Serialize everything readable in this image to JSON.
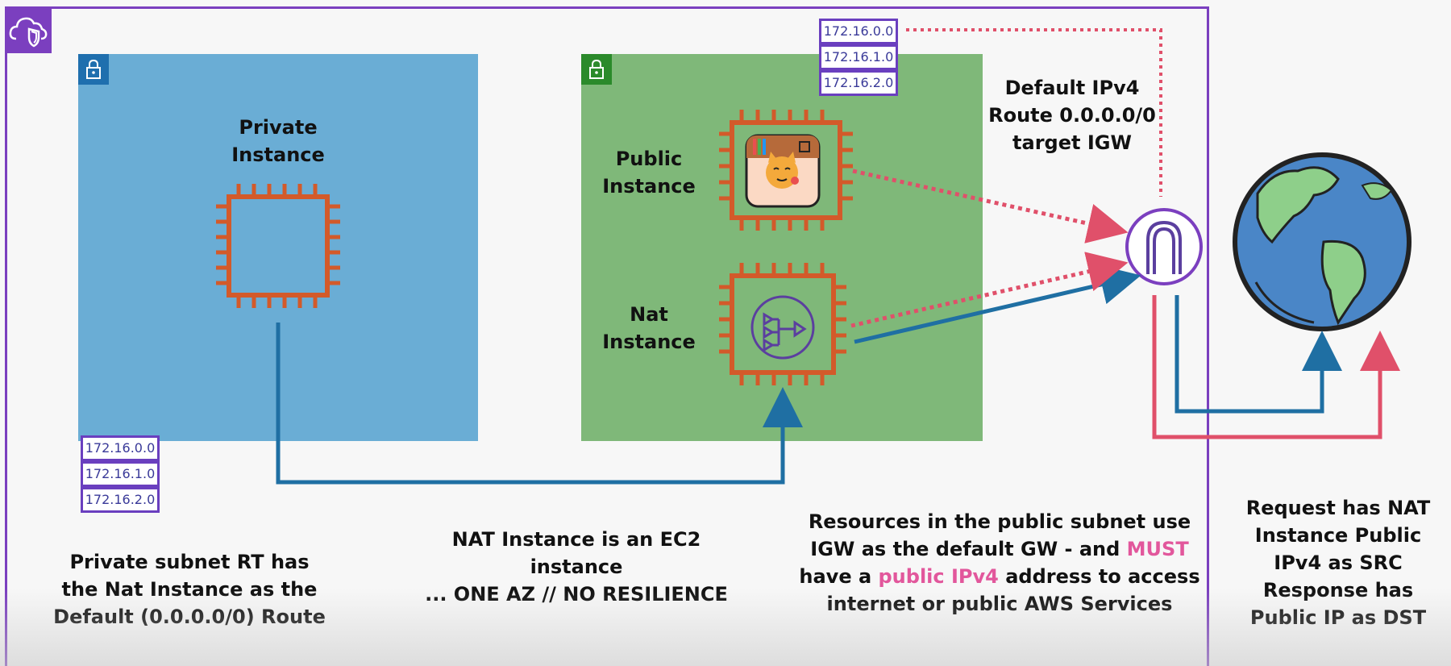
{
  "private_subnet": {
    "instance_label_line1": "Private",
    "instance_label_line2": "Instance",
    "route_table": [
      "172.16.0.0",
      "172.16.1.0",
      "172.16.2.0"
    ]
  },
  "public_subnet": {
    "public_instance_line1": "Public",
    "public_instance_line2": "Instance",
    "nat_instance_line1": "Nat",
    "nat_instance_line2": "Instance",
    "route_table": [
      "172.16.0.0",
      "172.16.1.0",
      "172.16.2.0"
    ]
  },
  "igw_route": {
    "line1": "Default IPv4",
    "line2": "Route 0.0.0.0/0",
    "line3": "target IGW"
  },
  "captions": {
    "private_rt": [
      "Private subnet RT has",
      "the Nat Instance as the",
      "Default (0.0.0.0/0) Route"
    ],
    "nat_instance": [
      "NAT Instance is an EC2 instance",
      "... ONE AZ // NO RESILIENCE"
    ],
    "public_subnet_1": "Resources in the public subnet use",
    "public_subnet_2a": "IGW as the default GW - and ",
    "public_subnet_2b": "MUST",
    "public_subnet_3a": "have a ",
    "public_subnet_3b": "public IPv4",
    "public_subnet_3c": " address to access",
    "public_subnet_4": "internet or public AWS Services",
    "internet": [
      "Request has NAT",
      "Instance Public",
      "IPv4 as SRC",
      "Response has",
      "Public IP as DST"
    ]
  },
  "icons": {
    "vpc": "cloud-shield-icon",
    "lock": "lock-icon",
    "ec2": "ec2-chip-icon",
    "nat": "nat-gateway-icon",
    "igw": "internet-gateway-icon",
    "globe": "globe-icon"
  },
  "colors": {
    "vpc_border": "#7b3fbf",
    "private_subnet": "#6aadd5",
    "public_subnet": "#7fb879",
    "chip": "#d35a2a",
    "blue_flow": "#1f6fa3",
    "red_flow": "#e0506a",
    "highlight": "#e2579c"
  }
}
